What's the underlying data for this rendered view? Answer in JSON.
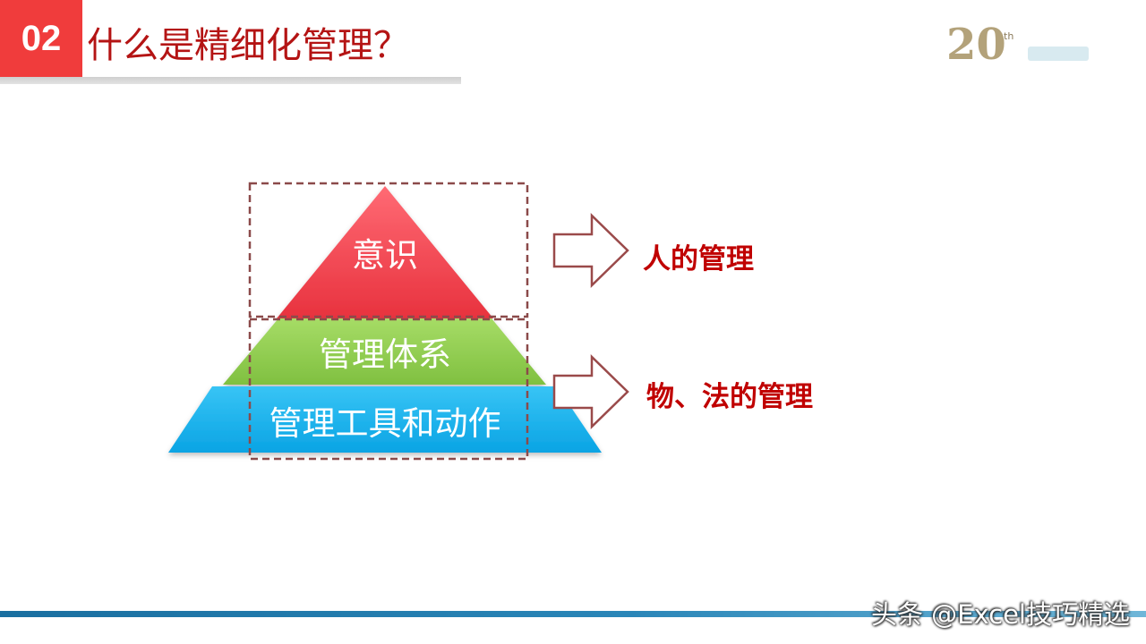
{
  "header": {
    "section_number": "02",
    "title": "什么是精细化管理？"
  },
  "logo": {
    "number": "20",
    "superscript": "th"
  },
  "pyramid": {
    "top_label": "意识",
    "middle_label": "管理体系",
    "bottom_label": "管理工具和动作",
    "colors": {
      "top": "#f04450",
      "middle": "#92d050",
      "bottom": "#19b3ef",
      "frame": "#8b4a4a"
    }
  },
  "side_labels": {
    "upper": "人的管理",
    "lower": "物、法的管理"
  },
  "footer": {
    "watermark": "头条 @Excel技巧精选"
  }
}
